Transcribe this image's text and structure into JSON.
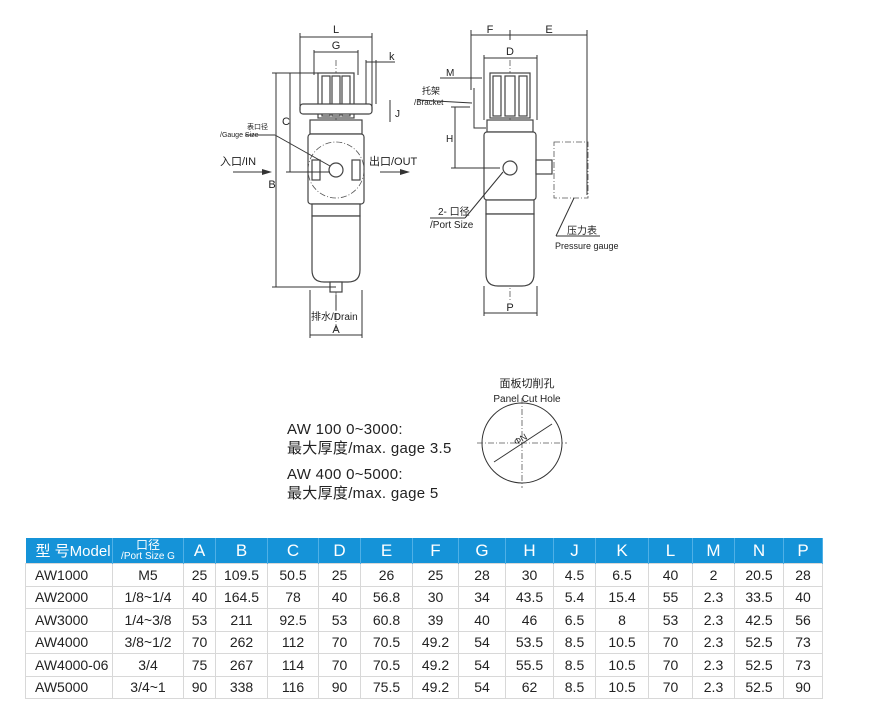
{
  "left_view": {
    "dims": {
      "L": "L",
      "G": "G",
      "k": "k",
      "C": "C",
      "B": "B",
      "J": "J",
      "A": "A"
    },
    "gauge_size_cn": "表口径",
    "gauge_size_en": "/Gauge Size",
    "inlet": "入口/IN",
    "outlet": "出口/OUT",
    "drain": "排水/Drain"
  },
  "right_view": {
    "dims": {
      "F": "F",
      "E": "E",
      "D": "D",
      "M": "M",
      "H": "H",
      "P": "P"
    },
    "bracket_cn": "托架",
    "bracket_en": "/Bracket",
    "port_cn": "2- 口径",
    "port_en": "/Port Size",
    "gauge_cn": "压力表",
    "gauge_en": "Pressure gauge"
  },
  "panel": {
    "title_cn": "面板切削孔",
    "title_en": "Panel Cut Hole",
    "dim": "ΦN"
  },
  "specs": [
    {
      "model": "AW 100 0~3000:",
      "gage": "最大厚度/max. gage 3.5"
    },
    {
      "model": "AW 400 0~5000:",
      "gage": "最大厚度/max. gage 5"
    }
  ],
  "table": {
    "header_model": "型  号Model",
    "header_port_cn": "口径",
    "header_port_en": "/Port Size G",
    "columns": [
      "A",
      "B",
      "C",
      "D",
      "E",
      "F",
      "G",
      "H",
      "J",
      "K",
      "L",
      "M",
      "N",
      "P"
    ],
    "rows": [
      [
        "AW1000",
        "M5",
        "25",
        "109.5",
        "50.5",
        "25",
        "26",
        "25",
        "28",
        "30",
        "4.5",
        "6.5",
        "40",
        "2",
        "20.5",
        "28"
      ],
      [
        "AW2000",
        "1/8~1/4",
        "40",
        "164.5",
        "78",
        "40",
        "56.8",
        "30",
        "34",
        "43.5",
        "5.4",
        "15.4",
        "55",
        "2.3",
        "33.5",
        "40"
      ],
      [
        "AW3000",
        "1/4~3/8",
        "53",
        "211",
        "92.5",
        "53",
        "60.8",
        "39",
        "40",
        "46",
        "6.5",
        "8",
        "53",
        "2.3",
        "42.5",
        "56"
      ],
      [
        "AW4000",
        "3/8~1/2",
        "70",
        "262",
        "112",
        "70",
        "70.5",
        "49.2",
        "54",
        "53.5",
        "8.5",
        "10.5",
        "70",
        "2.3",
        "52.5",
        "73"
      ],
      [
        "AW4000-06",
        "3/4",
        "75",
        "267",
        "114",
        "70",
        "70.5",
        "49.2",
        "54",
        "55.5",
        "8.5",
        "10.5",
        "70",
        "2.3",
        "52.5",
        "73"
      ],
      [
        "AW5000",
        "3/4~1",
        "90",
        "338",
        "116",
        "90",
        "75.5",
        "49.2",
        "54",
        "62",
        "8.5",
        "10.5",
        "70",
        "2.3",
        "52.5",
        "90"
      ]
    ],
    "header_color": "#1593d8"
  }
}
